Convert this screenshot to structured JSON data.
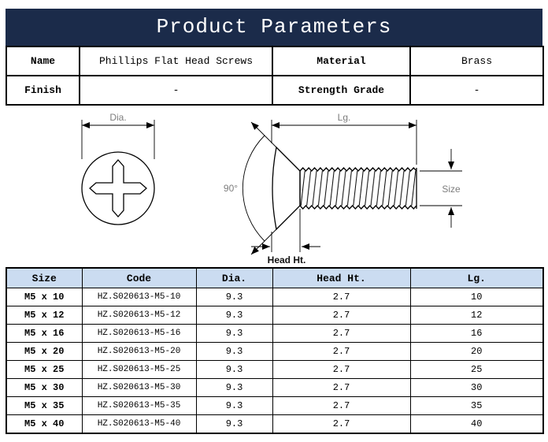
{
  "title": "Product Parameters",
  "colors": {
    "header_bg": "#1b2b4a",
    "table_header_bg": "#cbdcf1"
  },
  "info_table": {
    "row1": {
      "c1": "Name",
      "c2": "Phillips Flat Head Screws",
      "c3": "Material",
      "c4": "Brass"
    },
    "row2": {
      "c1": "Finish",
      "c2": "-",
      "c3": "Strength Grade",
      "c4": "-"
    }
  },
  "drawing": {
    "dia_label": "Dia.",
    "lg_label": "Lg.",
    "angle_label": "90°",
    "size_label": "Size",
    "head_ht_label": "Head Ht."
  },
  "size_table": {
    "headers": [
      "Size",
      "Code",
      "Dia.",
      "Head Ht.",
      "Lg."
    ],
    "rows": [
      {
        "size": "M5 x 10",
        "code": "HZ.S020613-M5-10",
        "dia": "9.3",
        "head_ht": "2.7",
        "lg": "10"
      },
      {
        "size": "M5 x 12",
        "code": "HZ.S020613-M5-12",
        "dia": "9.3",
        "head_ht": "2.7",
        "lg": "12"
      },
      {
        "size": "M5 x 16",
        "code": "HZ.S020613-M5-16",
        "dia": "9.3",
        "head_ht": "2.7",
        "lg": "16"
      },
      {
        "size": "M5 x 20",
        "code": "HZ.S020613-M5-20",
        "dia": "9.3",
        "head_ht": "2.7",
        "lg": "20"
      },
      {
        "size": "M5 x 25",
        "code": "HZ.S020613-M5-25",
        "dia": "9.3",
        "head_ht": "2.7",
        "lg": "25"
      },
      {
        "size": "M5 x 30",
        "code": "HZ.S020613-M5-30",
        "dia": "9.3",
        "head_ht": "2.7",
        "lg": "30"
      },
      {
        "size": "M5 x 35",
        "code": "HZ.S020613-M5-35",
        "dia": "9.3",
        "head_ht": "2.7",
        "lg": "35"
      },
      {
        "size": "M5 x 40",
        "code": "HZ.S020613-M5-40",
        "dia": "9.3",
        "head_ht": "2.7",
        "lg": "40"
      }
    ]
  }
}
